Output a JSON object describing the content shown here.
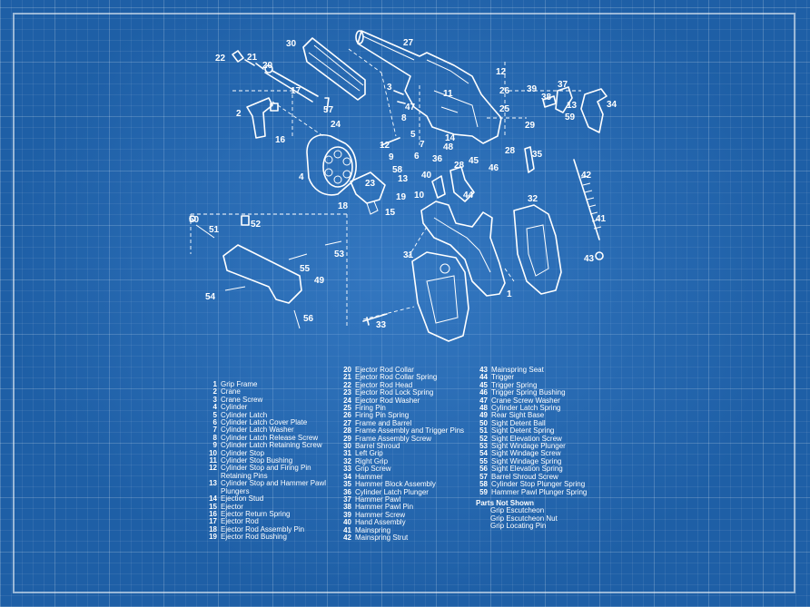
{
  "callouts": [
    "1",
    "2",
    "3",
    "4",
    "5",
    "6",
    "7",
    "8",
    "9",
    "10",
    "11",
    "12",
    "12",
    "13",
    "13",
    "14",
    "15",
    "16",
    "17",
    "18",
    "19",
    "20",
    "21",
    "22",
    "23",
    "24",
    "25",
    "26",
    "27",
    "28",
    "28",
    "29",
    "30",
    "31",
    "32",
    "33",
    "34",
    "35",
    "36",
    "37",
    "38",
    "39",
    "40",
    "41",
    "42",
    "43",
    "44",
    "45",
    "46",
    "47",
    "48",
    "49",
    "50",
    "51",
    "52",
    "53",
    "54",
    "55",
    "56",
    "57",
    "58",
    "59"
  ],
  "legend": {
    "col1": [
      {
        "n": "1",
        "t": "Grip Frame"
      },
      {
        "n": "2",
        "t": "Crane"
      },
      {
        "n": "3",
        "t": "Crane Screw"
      },
      {
        "n": "4",
        "t": "Cylinder"
      },
      {
        "n": "5",
        "t": "Cylinder Latch"
      },
      {
        "n": "6",
        "t": "Cylinder Latch Cover Plate"
      },
      {
        "n": "7",
        "t": "Cylinder Latch Washer"
      },
      {
        "n": "8",
        "t": "Cylinder Latch Release Screw"
      },
      {
        "n": "9",
        "t": "Cylinder Latch Retaining Screw"
      },
      {
        "n": "10",
        "t": "Cylinder Stop"
      },
      {
        "n": "11",
        "t": "Cylinder Stop Bushing"
      },
      {
        "n": "12",
        "t": "Cylinder Stop and Firing Pin",
        "t2": "Retaining Pins"
      },
      {
        "n": "13",
        "t": "Cylinder Stop and Hammer Pawl",
        "t2": "Plungers"
      },
      {
        "n": "14",
        "t": "Ejection Stud"
      },
      {
        "n": "15",
        "t": "Ejector"
      },
      {
        "n": "16",
        "t": "Ejector Return Spring"
      },
      {
        "n": "17",
        "t": "Ejector Rod"
      },
      {
        "n": "18",
        "t": "Ejector Rod Assembly Pin"
      },
      {
        "n": "19",
        "t": "Ejector Rod Bushing"
      }
    ],
    "col2": [
      {
        "n": "20",
        "t": "Ejector Rod Collar"
      },
      {
        "n": "21",
        "t": "Ejector Rod Collar Spring"
      },
      {
        "n": "22",
        "t": "Ejector Rod Head"
      },
      {
        "n": "23",
        "t": "Ejector Rod Lock Spring"
      },
      {
        "n": "24",
        "t": "Ejector Rod Washer"
      },
      {
        "n": "25",
        "t": "Firing Pin"
      },
      {
        "n": "26",
        "t": "Firing Pin Spring"
      },
      {
        "n": "27",
        "t": "Frame and Barrel"
      },
      {
        "n": "28",
        "t": "Frame Assembly and Trigger Pins"
      },
      {
        "n": "29",
        "t": "Frame Assembly Screw"
      },
      {
        "n": "30",
        "t": "Barrel Shroud"
      },
      {
        "n": "31",
        "t": "Left Grip"
      },
      {
        "n": "32",
        "t": "Right Grip"
      },
      {
        "n": "33",
        "t": "Grip Screw"
      },
      {
        "n": "34",
        "t": "Hammer"
      },
      {
        "n": "35",
        "t": "Hammer Block Assembly"
      },
      {
        "n": "36",
        "t": "Cylinder Latch Plunger"
      },
      {
        "n": "37",
        "t": "Hammer Pawl"
      },
      {
        "n": "38",
        "t": "Hammer Pawl Pin"
      },
      {
        "n": "39",
        "t": "Hammer Screw"
      },
      {
        "n": "40",
        "t": "Hand Assembly"
      },
      {
        "n": "41",
        "t": "Mainspring"
      },
      {
        "n": "42",
        "t": "Mainspring Strut"
      }
    ],
    "col3": [
      {
        "n": "43",
        "t": "Mainspring Seat"
      },
      {
        "n": "44",
        "t": "Trigger"
      },
      {
        "n": "45",
        "t": "Trigger Spring"
      },
      {
        "n": "46",
        "t": "Trigger Spring Bushing"
      },
      {
        "n": "47",
        "t": "Crane Screw Washer"
      },
      {
        "n": "48",
        "t": "Cylinder Latch Spring"
      },
      {
        "n": "49",
        "t": "Rear Sight Base"
      },
      {
        "n": "50",
        "t": "Sight Detent Ball"
      },
      {
        "n": "51",
        "t": "Sight Detent Spring"
      },
      {
        "n": "52",
        "t": "Sight Elevation Screw"
      },
      {
        "n": "53",
        "t": "Sight Windage Plunger"
      },
      {
        "n": "54",
        "t": "Sight Windage Screw"
      },
      {
        "n": "55",
        "t": "Sight Windage Spring"
      },
      {
        "n": "56",
        "t": "Sight Elevation Spring"
      },
      {
        "n": "57",
        "t": "Barrel Shroud Screw"
      },
      {
        "n": "58",
        "t": "Cylinder Stop Plunger Spring"
      },
      {
        "n": "59",
        "t": "Hammer Pawl Plunger Spring"
      }
    ],
    "not_shown_title": "Parts Not Shown",
    "not_shown": [
      "Grip Escutcheon",
      "Grip Escutcheon Nut",
      "Grip Locating Pin"
    ]
  },
  "colors": {
    "background": "#1e5fa6",
    "ink": "#ffffff"
  }
}
